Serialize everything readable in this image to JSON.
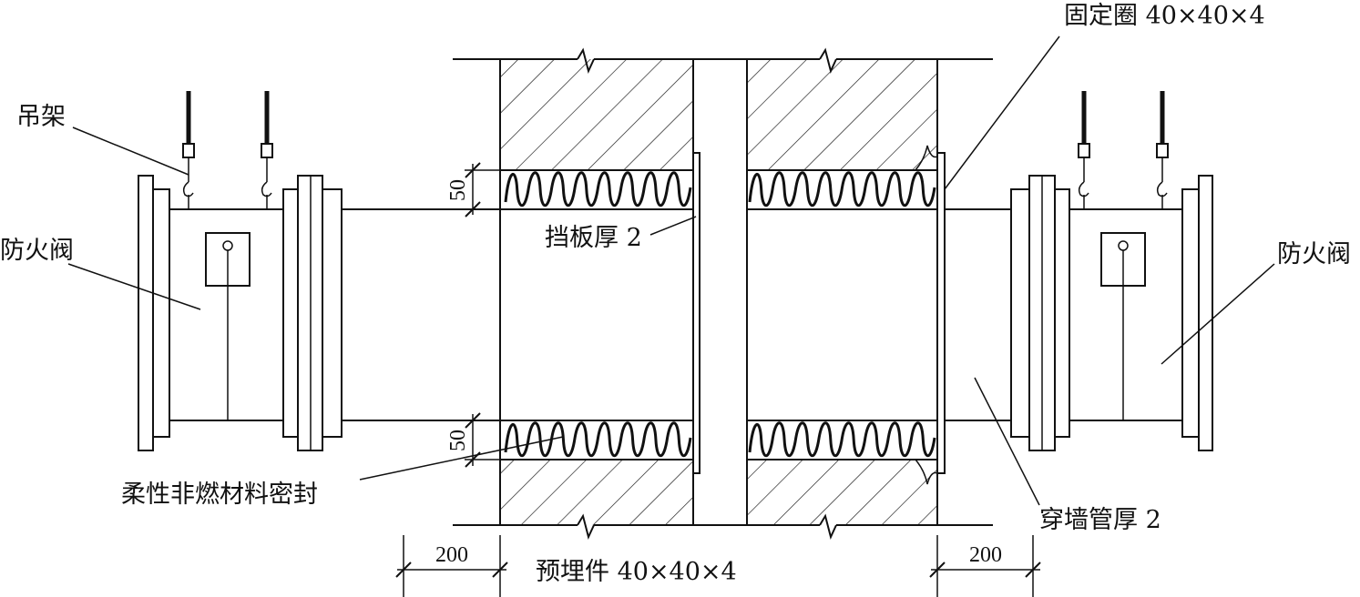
{
  "labels": {
    "hanger": "吊架",
    "damper_left": "防火阀",
    "damper_right": "防火阀",
    "fixing_ring": "固定圈 40×40×4",
    "baffle": "挡板厚 2",
    "seal": "柔性非燃材料密封",
    "sleeve": "穿墙管厚 2",
    "embedded": "预埋件 40×40×4"
  },
  "dimensions": {
    "gap_top": "50",
    "gap_bottom": "50",
    "left_offset": "200",
    "right_offset": "200"
  },
  "colors": {
    "line": "#111111",
    "background": "#ffffff"
  }
}
